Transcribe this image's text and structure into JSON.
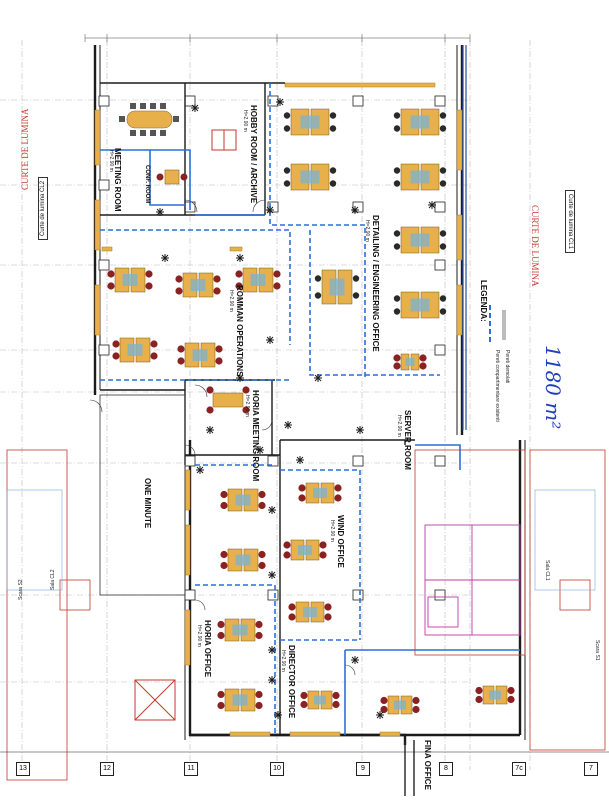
{
  "colors": {
    "wall": "#1b1b1b",
    "partition": "#2a6fdb",
    "furniture": "#e8b04a",
    "chair": "#8b2222",
    "accent_red": "#c0392b",
    "grid": "#bbbbbb",
    "stair": "#7aa7d6",
    "toilet": "#c13ba0"
  },
  "rooms": {
    "meeting": {
      "name": "MEETING ROOM",
      "code": "H=2.90 m"
    },
    "conf": {
      "name": "CONF. ROOM",
      "code": "H=2.90 m"
    },
    "hobby": {
      "name": "HOBBY ROOM / ARCHIVE",
      "code": "H=2.90 m"
    },
    "detailing": {
      "name": "DETAILING / ENGINEERING OFFICE",
      "code": "H=2.90 m"
    },
    "romman": {
      "name": "ROMMAN OPERATIONS",
      "code": "H=2.90 m"
    },
    "horia_meeting": {
      "name": "HORIA MEETING ROOM",
      "code": "H=2.90 m"
    },
    "server": {
      "name": "SERVER ROOM",
      "code": "H=2.90 m"
    },
    "one_minute": {
      "name": "ONE MINUTE"
    },
    "wind": {
      "name": "WIND OFFICE",
      "code": "H=2.90 m"
    },
    "horia": {
      "name": "HORIA OFFICE",
      "code": "H=2.90 m"
    },
    "director": {
      "name": "DIRECTOR OFFICE",
      "code": "H=2.90 m"
    },
    "fina": {
      "name": "FINA OFFICE"
    }
  },
  "annotations": {
    "curte_left": "CURTE DE LUMINA",
    "curte_right": "CURTE DE LUMINA",
    "curte_left_box": "Curte de lumina CL2",
    "curte_right_box": "Curte de lumina CL1",
    "legend_title": "LEGENDA:",
    "legend_items": [
      "Pereti compartimentare existenti",
      "Pereti demolati"
    ],
    "handwritten": "1180 m²",
    "room_labels": [
      "Sala CL1",
      "Sala CL2",
      "Scara S1",
      "Scara S2"
    ]
  },
  "grid_axes": [
    "13",
    "12",
    "11",
    "10",
    "9",
    "8",
    "7c",
    "7"
  ]
}
